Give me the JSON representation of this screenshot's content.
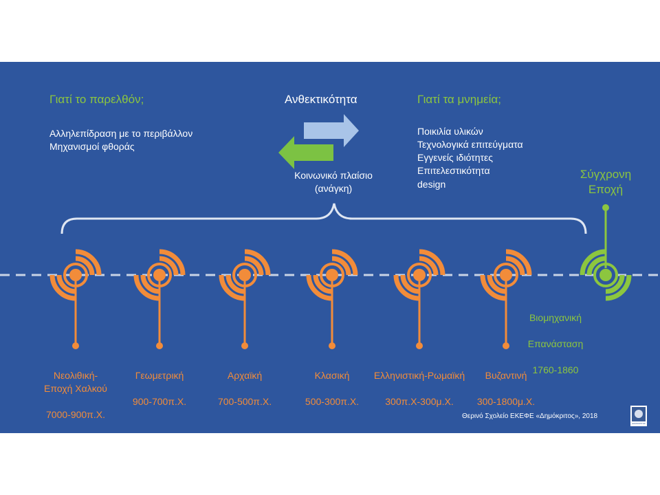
{
  "left_block": {
    "title": "Γιατί το παρελθόν;",
    "items": [
      "Αλληλεπίδραση με το περιβάλλον",
      "Μηχανισμοί φθοράς"
    ]
  },
  "center_block": {
    "title": "Ανθεκτικότητα",
    "subtitle_line1": "Κοινωνικό πλαίσιο",
    "subtitle_line2": "(ανάγκη)"
  },
  "right_block": {
    "title": "Γιατί τα μνημεία;",
    "items": [
      "Ποικιλία υλικών",
      "Τεχνολογικά επιτεύγματα",
      "Εγγενείς ιδιότητες",
      "Επιτελεστικότητα",
      "design"
    ]
  },
  "eras": [
    {
      "name": "Νεολιθική-\nΕποχή Χαλκού",
      "dates": "7000-900π.Χ."
    },
    {
      "name": "Γεωμετρική",
      "dates": "900-700π.Χ."
    },
    {
      "name": "Αρχαϊκή",
      "dates": "700-500π.Χ."
    },
    {
      "name": "Κλασική",
      "dates": "500-300π.Χ."
    },
    {
      "name": "Ελληνιστική-Ρωμαϊκή",
      "dates": "300π.Χ-300μ.Χ."
    },
    {
      "name": "Βυζαντινή",
      "dates": "300-1800μ.Χ."
    }
  ],
  "industrial": {
    "line1": "Βιομηχανική",
    "line2": "Επανάσταση",
    "dates": "1760-1860"
  },
  "modern": {
    "line1": "Σύγχρονη",
    "line2": "Εποχή"
  },
  "footer": "Θερινό Σχολείο ΕΚΕΦΕ «Δημόκριτος»,  2018",
  "logo_text": "ΔΗΜΟΚΡΙΤΟΣ",
  "colors": {
    "background": "#2e569e",
    "orange": "#f28c3a",
    "green": "#8cc63f",
    "light_blue_arrow": "#a9c4e8",
    "dashed_line": "#c9d4e6"
  }
}
